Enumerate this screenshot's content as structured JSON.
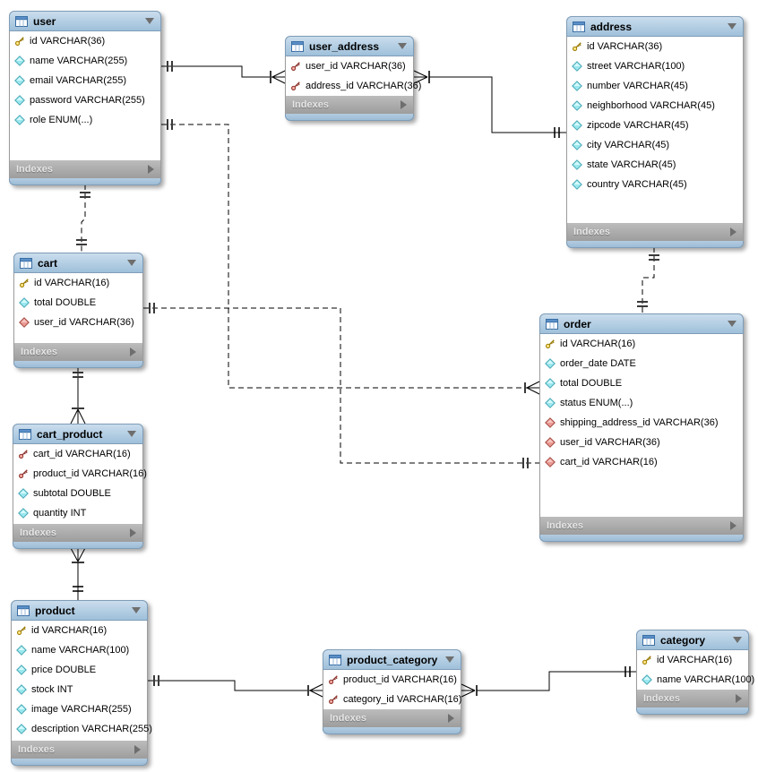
{
  "diagram": {
    "indexes_label": "Indexes",
    "colors": {
      "header_blue": "#a9c6de",
      "indexes_gray": "#a6a6a6",
      "primary_key_yellow": "#ffd952",
      "foreign_key_red": "#e8837a",
      "column_cyan": "#9be8ef",
      "line_black": "#000000"
    },
    "tables": [
      {
        "title": "user",
        "fields": [
          {
            "icon": "pk",
            "text": "id VARCHAR(36)"
          },
          {
            "icon": "col",
            "text": "name VARCHAR(255)"
          },
          {
            "icon": "col",
            "text": "email VARCHAR(255)"
          },
          {
            "icon": "col",
            "text": "password VARCHAR(255)"
          },
          {
            "icon": "col",
            "text": "role ENUM(...)"
          }
        ]
      },
      {
        "title": "user_address",
        "fields": [
          {
            "icon": "pkfk",
            "text": "user_id VARCHAR(36)"
          },
          {
            "icon": "pkfk",
            "text": "address_id VARCHAR(36)"
          }
        ]
      },
      {
        "title": "address",
        "fields": [
          {
            "icon": "pk",
            "text": "id VARCHAR(36)"
          },
          {
            "icon": "col",
            "text": "street VARCHAR(100)"
          },
          {
            "icon": "col",
            "text": "number VARCHAR(45)"
          },
          {
            "icon": "col",
            "text": "neighborhood VARCHAR(45)"
          },
          {
            "icon": "col",
            "text": "zipcode VARCHAR(45)"
          },
          {
            "icon": "col",
            "text": "city VARCHAR(45)"
          },
          {
            "icon": "col",
            "text": "state VARCHAR(45)"
          },
          {
            "icon": "col",
            "text": "country VARCHAR(45)"
          }
        ]
      },
      {
        "title": "cart",
        "fields": [
          {
            "icon": "pk",
            "text": "id VARCHAR(16)"
          },
          {
            "icon": "col",
            "text": "total DOUBLE"
          },
          {
            "icon": "fk",
            "text": "user_id VARCHAR(36)"
          }
        ]
      },
      {
        "title": "order",
        "fields": [
          {
            "icon": "pk",
            "text": "id VARCHAR(16)"
          },
          {
            "icon": "col",
            "text": "order_date DATE"
          },
          {
            "icon": "col",
            "text": "total DOUBLE"
          },
          {
            "icon": "col",
            "text": "status ENUM(...)"
          },
          {
            "icon": "fk",
            "text": "shipping_address_id VARCHAR(36)"
          },
          {
            "icon": "fk",
            "text": "user_id VARCHAR(36)"
          },
          {
            "icon": "fk",
            "text": "cart_id VARCHAR(16)"
          }
        ]
      },
      {
        "title": "cart_product",
        "fields": [
          {
            "icon": "pkfk",
            "text": "cart_id VARCHAR(16)"
          },
          {
            "icon": "pkfk",
            "text": "product_id VARCHAR(16)"
          },
          {
            "icon": "col",
            "text": "subtotal DOUBLE"
          },
          {
            "icon": "col",
            "text": "quantity INT"
          }
        ]
      },
      {
        "title": "product",
        "fields": [
          {
            "icon": "pk",
            "text": "id VARCHAR(16)"
          },
          {
            "icon": "col",
            "text": "name VARCHAR(100)"
          },
          {
            "icon": "col",
            "text": "price DOUBLE"
          },
          {
            "icon": "col",
            "text": "stock INT"
          },
          {
            "icon": "col",
            "text": "image VARCHAR(255)"
          },
          {
            "icon": "col",
            "text": "description VARCHAR(255)"
          }
        ]
      },
      {
        "title": "product_category",
        "fields": [
          {
            "icon": "pkfk",
            "text": "product_id VARCHAR(16)"
          },
          {
            "icon": "pkfk",
            "text": "category_id VARCHAR(16)"
          }
        ]
      },
      {
        "title": "category",
        "fields": [
          {
            "icon": "pk",
            "text": "id VARCHAR(16)"
          },
          {
            "icon": "col",
            "text": "name VARCHAR(100)"
          }
        ]
      }
    ],
    "relationships": [
      {
        "between": "user — user_address",
        "type": "identifying",
        "cardinality": "1:n",
        "line": "solid"
      },
      {
        "between": "address — user_address",
        "type": "identifying",
        "cardinality": "1:n",
        "line": "solid"
      },
      {
        "between": "user — cart",
        "type": "non-identifying",
        "cardinality": "1:1",
        "line": "dashed"
      },
      {
        "between": "user — order",
        "type": "non-identifying",
        "cardinality": "1:n",
        "line": "dashed"
      },
      {
        "between": "cart — order",
        "type": "non-identifying",
        "cardinality": "1:1",
        "line": "dashed"
      },
      {
        "between": "address — order",
        "type": "non-identifying",
        "cardinality": "1:1",
        "line": "dashed"
      },
      {
        "between": "cart — cart_product",
        "type": "identifying",
        "cardinality": "1:n",
        "line": "solid"
      },
      {
        "between": "product — cart_product",
        "type": "identifying",
        "cardinality": "1:n",
        "line": "solid"
      },
      {
        "between": "product — product_category",
        "type": "identifying",
        "cardinality": "1:n",
        "line": "solid"
      },
      {
        "between": "category — product_category",
        "type": "identifying",
        "cardinality": "1:n",
        "line": "solid"
      }
    ]
  }
}
